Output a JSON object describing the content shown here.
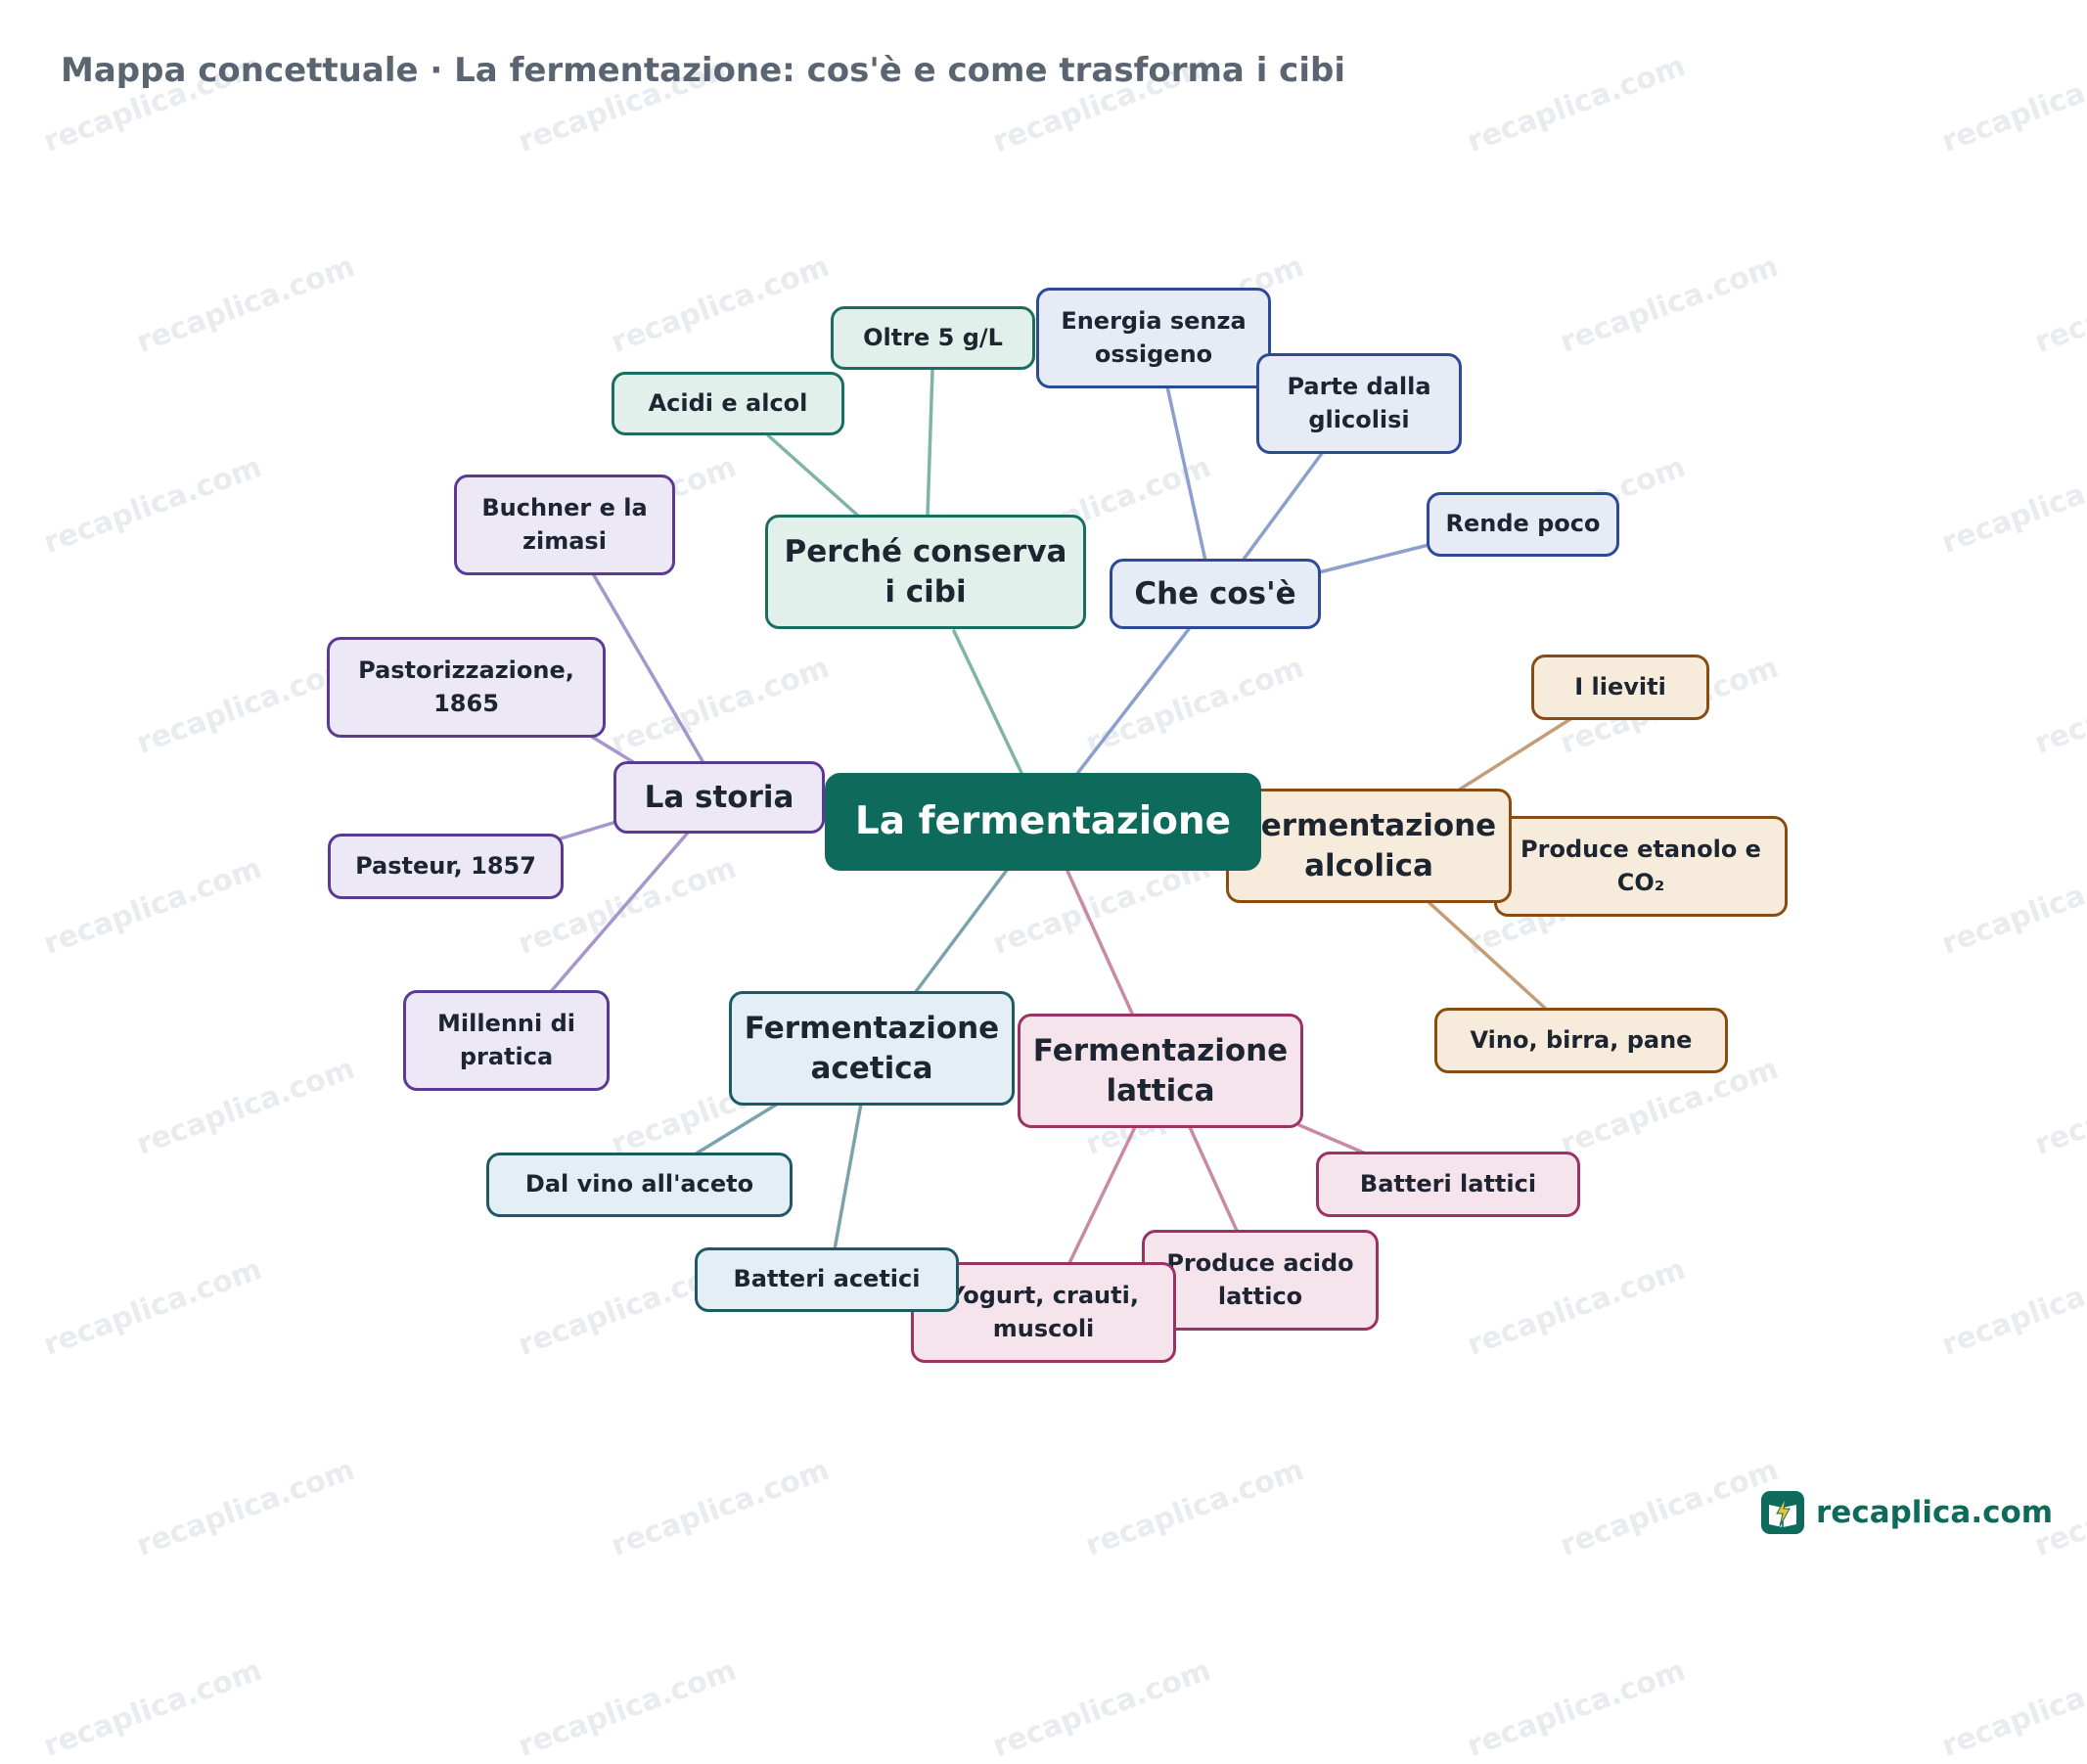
{
  "title": "Mappa concettuale · La fermentazione: cos'è e come trasforma i cibi",
  "watermark_text": "recaplica.com",
  "brand": {
    "name": "recaplica.com",
    "icon": "book-lightning-icon",
    "color": "#0e6b5c"
  },
  "map": {
    "center": "La fermentazione",
    "branches": [
      {
        "key": "perche",
        "label": "Perché conserva i cibi",
        "color": "#1a6e5f",
        "children": [
          "Acidi e alcol",
          "Oltre 5 g/L"
        ]
      },
      {
        "key": "checose",
        "label": "Che cos'è",
        "color": "#2c4a96",
        "children": [
          "Energia senza ossigeno",
          "Parte dalla glicolisi",
          "Rende poco"
        ]
      },
      {
        "key": "alcolica",
        "label": "Fermentazione alcolica",
        "color": "#8a4c12",
        "children": [
          "I lieviti",
          "Produce etanolo e CO₂",
          "Vino, birra, pane"
        ]
      },
      {
        "key": "lattica",
        "label": "Fermentazione lattica",
        "color": "#9a3263",
        "children": [
          "Batteri lattici",
          "Produce acido lattico",
          "Yogurt, crauti, muscoli"
        ]
      },
      {
        "key": "acetica",
        "label": "Fermentazione acetica",
        "color": "#1d5a66",
        "children": [
          "Dal vino all'aceto",
          "Batteri acetici"
        ]
      },
      {
        "key": "storia",
        "label": "La storia",
        "color": "#5c3a93",
        "children": [
          "Buchner e la zimasi",
          "Pastorizzazione, 1865",
          "Pasteur, 1857",
          "Millenni di pratica"
        ]
      }
    ]
  }
}
